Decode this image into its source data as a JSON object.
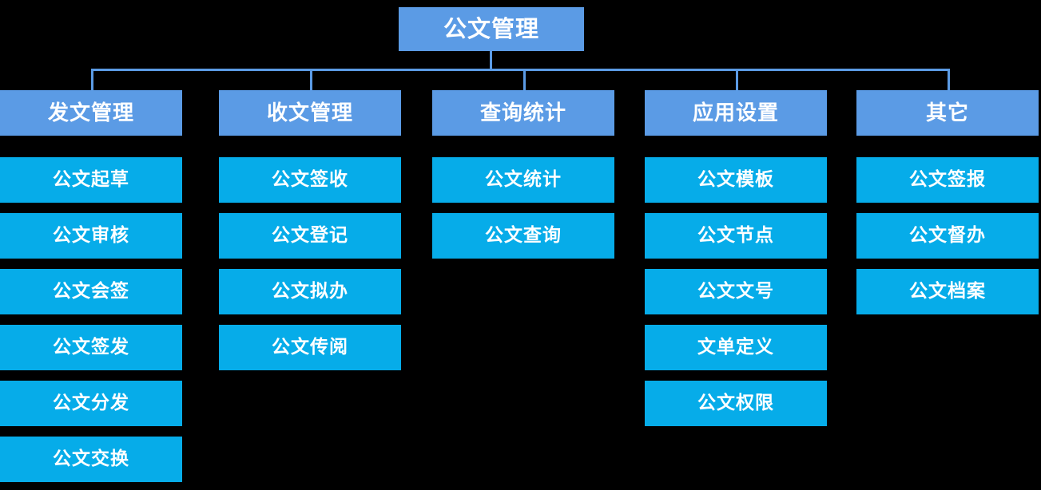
{
  "diagram": {
    "type": "organizational-tree",
    "title": "公文管理",
    "colors": {
      "background": "#000000",
      "level1_box": "#5b9be5",
      "level2_box": "#5b9be5",
      "leaf_box": "#06ace9",
      "connector": "#5b9be5",
      "text": "#ffffff"
    },
    "root": {
      "label": "公文管理"
    },
    "branches": [
      {
        "label": "发文管理",
        "children": [
          {
            "label": "公文起草"
          },
          {
            "label": "公文审核"
          },
          {
            "label": "公文会签"
          },
          {
            "label": "公文签发"
          },
          {
            "label": "公文分发"
          },
          {
            "label": "公文交换"
          }
        ]
      },
      {
        "label": "收文管理",
        "children": [
          {
            "label": "公文签收"
          },
          {
            "label": "公文登记"
          },
          {
            "label": "公文拟办"
          },
          {
            "label": "公文传阅"
          }
        ]
      },
      {
        "label": "查询统计",
        "children": [
          {
            "label": "公文统计"
          },
          {
            "label": "公文查询"
          }
        ]
      },
      {
        "label": "应用设置",
        "children": [
          {
            "label": "公文模板"
          },
          {
            "label": "公文节点"
          },
          {
            "label": "公文文号"
          },
          {
            "label": "文单定义"
          },
          {
            "label": "公文权限"
          }
        ]
      },
      {
        "label": "其它",
        "children": [
          {
            "label": "公文签报"
          },
          {
            "label": "公文督办"
          },
          {
            "label": "公文档案"
          }
        ]
      }
    ]
  }
}
